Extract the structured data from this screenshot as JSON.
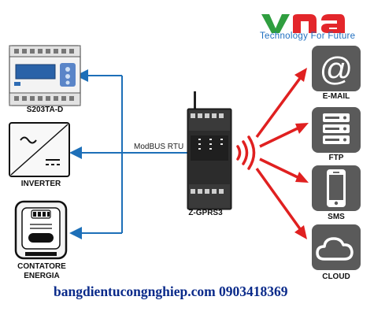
{
  "logo": {
    "brand": "vna",
    "tagline": "Technology For Future",
    "colors": {
      "v": "#2f9e3f",
      "na": "#e3262b",
      "tagline": "#1f6fc0"
    }
  },
  "devices": {
    "s203": {
      "label": "S203TA-D"
    },
    "inverter": {
      "label": "INVERTER"
    },
    "meter": {
      "label_line1": "CONTATORE",
      "label_line2": "ENERGIA"
    },
    "gateway": {
      "label": "Z-GPRS3"
    }
  },
  "link": {
    "protocol": "ModBUS RTU",
    "color": "#1d6fb8"
  },
  "services": {
    "email": {
      "label": "E-MAIL",
      "icon": "at-sign-icon"
    },
    "ftp": {
      "label": "FTP",
      "icon": "server-database-icon"
    },
    "sms": {
      "label": "SMS",
      "icon": "smartphone-icon"
    },
    "cloud": {
      "label": "CLOUD",
      "icon": "cloud-icon"
    }
  },
  "accent": {
    "wireless": "#e02020",
    "tile": "#5a5a5a"
  },
  "footer": {
    "text": "bangdientucongnghiep.com 0903418369"
  }
}
